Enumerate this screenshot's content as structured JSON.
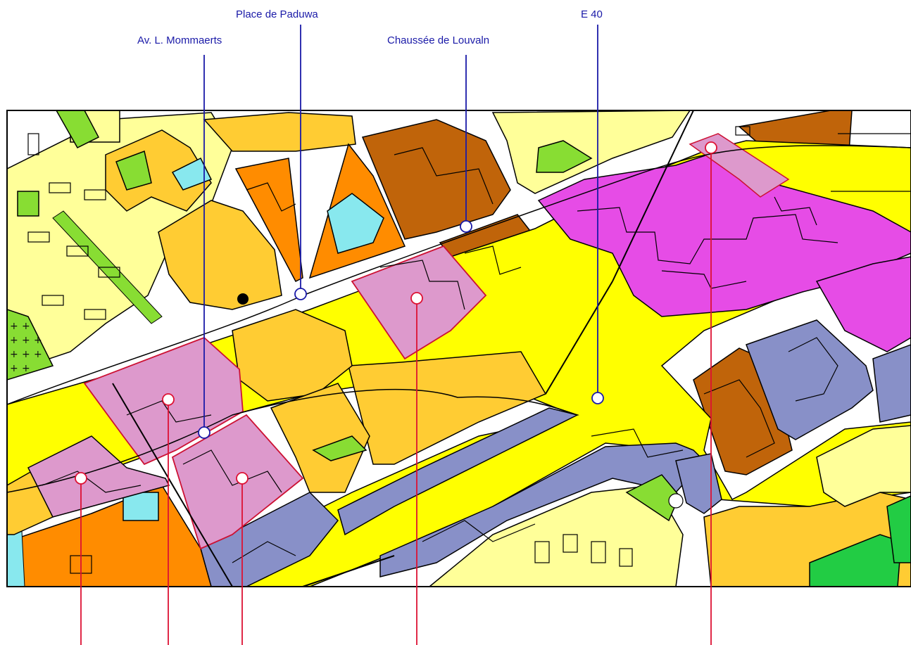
{
  "map": {
    "street_labels": [
      {
        "id": "place-de-paduwa",
        "text": "Place de Paduwa"
      },
      {
        "id": "av-l-mommaerts",
        "text": "Av. L. Mommaerts"
      },
      {
        "id": "chaussee-de-louvain",
        "text": "Chaussée de Louvaln"
      },
      {
        "id": "e40",
        "text": "E 40"
      }
    ],
    "hatch_symbol": "S",
    "plus_symbol": "+",
    "colors": {
      "road": "#ffff00",
      "residential_light": "#ffff99",
      "residential_medium": "#ffcc33",
      "mixed_orange": "#ff8c00",
      "mixed_brown": "#c0640a",
      "admin_pink": "#dd99cc",
      "admin_magenta": "#e64ce6",
      "infrastructure_blue": "#8890c8",
      "green": "#88dd33",
      "dark_green": "#22cc44",
      "water_cyan": "#88e8ee",
      "street_marker": "#1a1aa8",
      "area_marker": "#dd1133"
    }
  }
}
